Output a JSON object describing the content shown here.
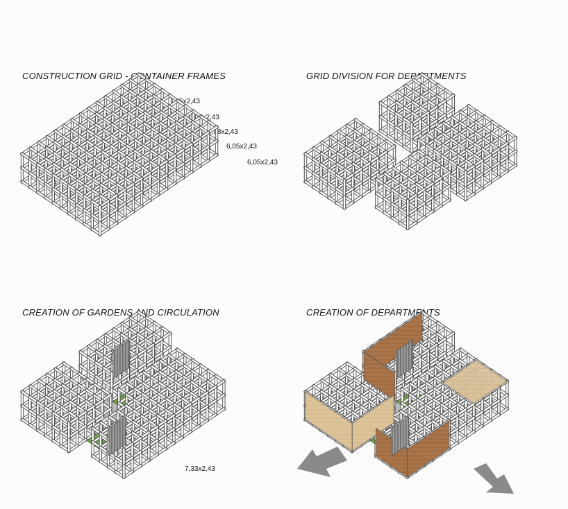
{
  "panels": {
    "p1": {
      "title": "CONSTRUCTION GRID - CONTAINER FRAMES"
    },
    "p2": {
      "title": "GRID DIVISION FOR DEPARTMENTS"
    },
    "p3": {
      "title": "CREATION OF GARDENS AND CIRCULATION"
    },
    "p4": {
      "title": "CREATION OF DEPARTMENTS"
    }
  },
  "dimensions": {
    "d1": "6,05x2,43",
    "d2": "6,05x2,43",
    "d3": "4,88x2,43",
    "d4": "6,05x2,43",
    "d5": "6,05x2,43",
    "d6": "7,33x2,43"
  },
  "colors": {
    "frame": "#555555",
    "frame_fill": "#ffffff",
    "garden": "#6fa24a",
    "corrugated": "#8a8a8a",
    "path": "#b9b9b9",
    "wood_light": "#dcc39a",
    "wood_dark": "#a9744a",
    "arrow": "#8a8a8a"
  }
}
